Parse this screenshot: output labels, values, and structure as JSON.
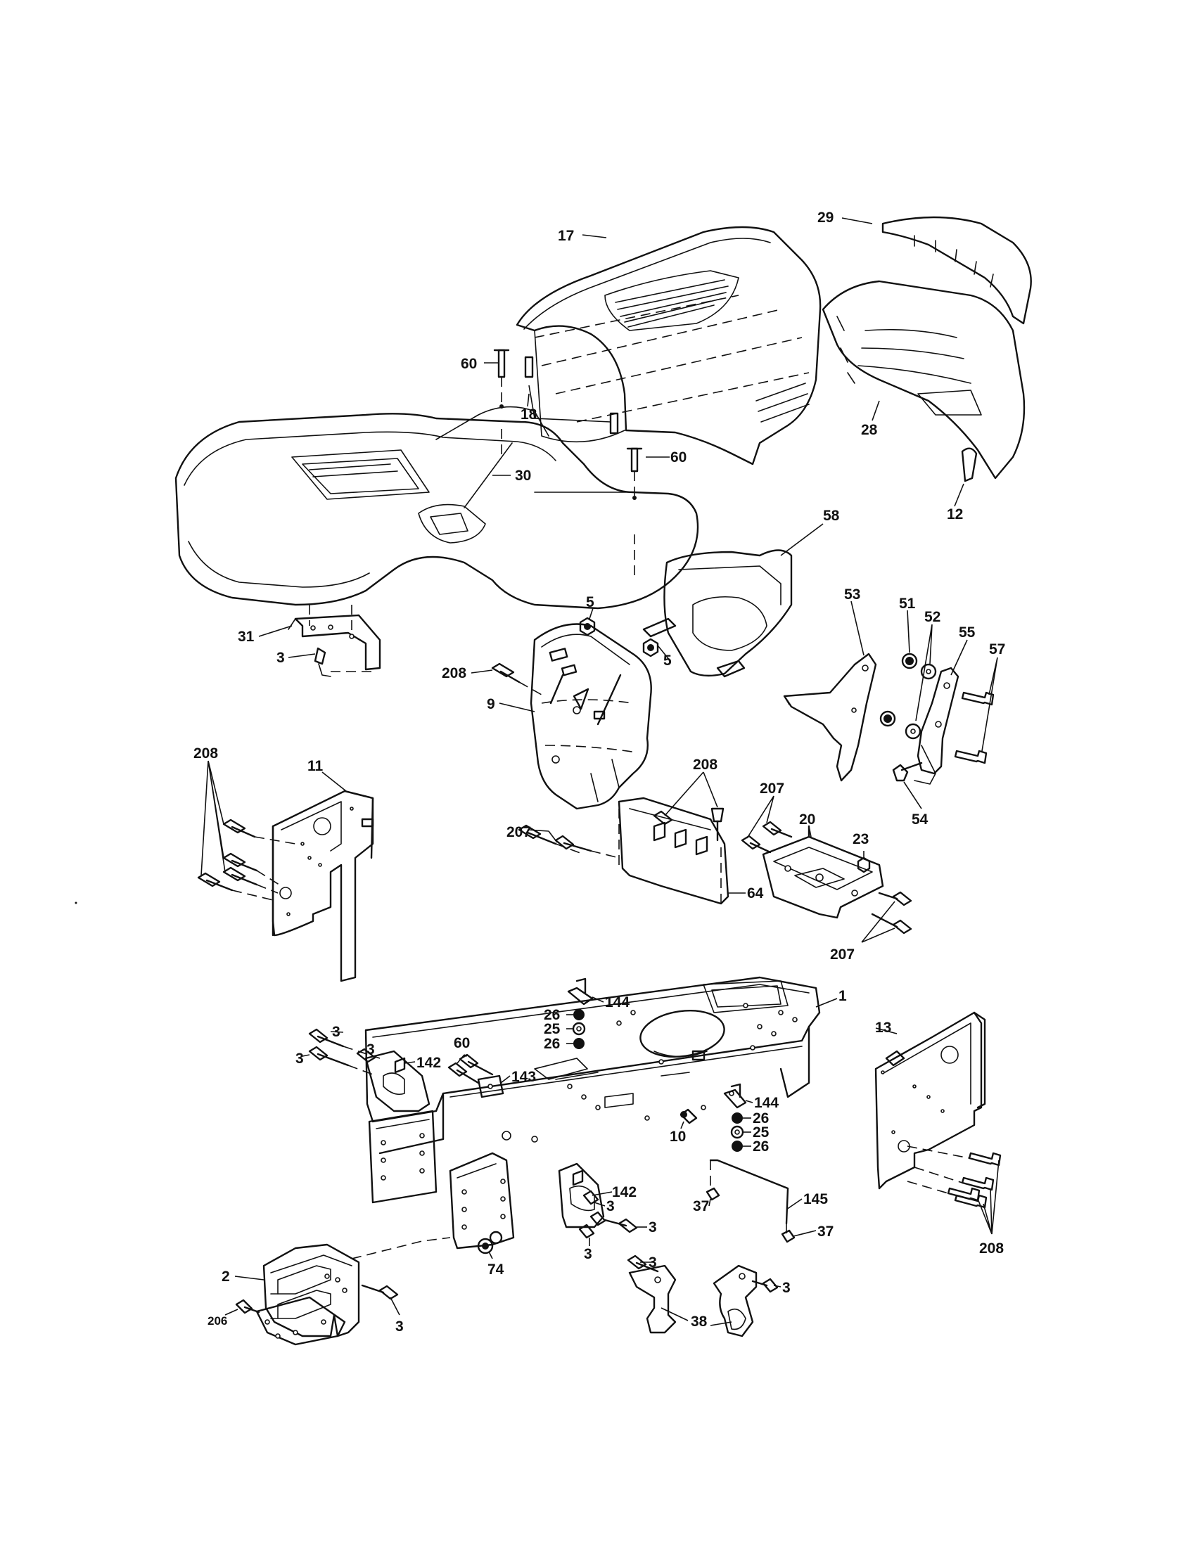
{
  "callouts": {
    "c17": "17",
    "c29": "29",
    "c60a": "60",
    "c18": "18",
    "c28": "28",
    "c60b": "60",
    "c30": "30",
    "c12": "12",
    "c58": "58",
    "c31": "31",
    "c3a": "3",
    "c53": "53",
    "c51": "51",
    "c52": "52",
    "c55": "55",
    "c57": "57",
    "c5a": "5",
    "c5b": "5",
    "c208a": "208",
    "c9": "9",
    "c208b": "208",
    "c11": "11",
    "c208c": "208",
    "c207a": "207",
    "c207b": "207",
    "c20": "20",
    "c23": "23",
    "c54": "54",
    "c64": "64",
    "c207c": "207",
    "c1": "1",
    "c144a": "144",
    "c26a": "26",
    "c25a": "25",
    "c26b": "26",
    "c3b": "3",
    "c3c": "3",
    "c3d": "3",
    "c142a": "142",
    "c60c": "60",
    "c143": "143",
    "c13": "13",
    "c144b": "144",
    "c26c": "26",
    "c10": "10",
    "c25b": "25",
    "c26d": "26",
    "c37a": "37",
    "c145": "145",
    "c37b": "37",
    "c142b": "142",
    "c3e": "3",
    "c3f": "3",
    "c3g": "3",
    "c3h": "3",
    "c208d": "208",
    "c2": "2",
    "c74": "74",
    "c3i": "3",
    "c3j": "3",
    "c206": "206",
    "c38": "38"
  }
}
